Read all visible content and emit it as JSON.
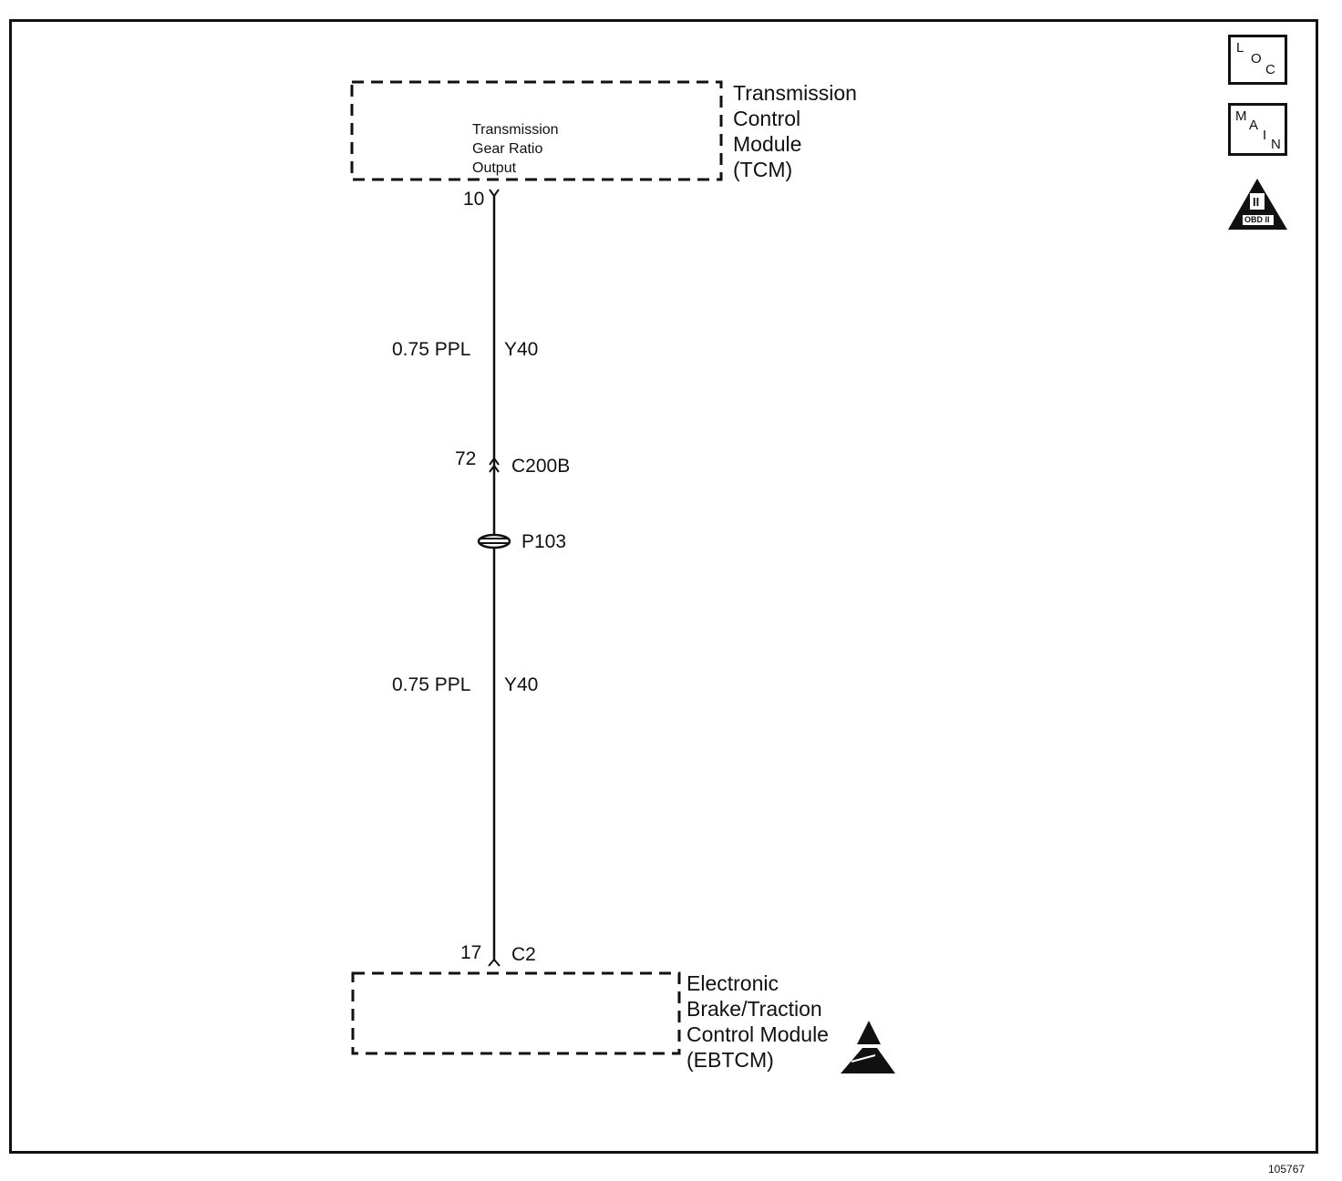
{
  "tcm": {
    "name_lines": [
      "Transmission",
      "Control",
      "Module",
      "(TCM)"
    ],
    "inner_lines": [
      "Transmission",
      "Gear Ratio",
      "Output"
    ],
    "pin": "10"
  },
  "wire_upper": {
    "size_color": "0.75 PPL",
    "circuit": "Y40"
  },
  "connector_c200b": {
    "pin": "72",
    "name": "C200B"
  },
  "splice": {
    "name": "P103"
  },
  "wire_lower": {
    "size_color": "0.75 PPL",
    "circuit": "Y40"
  },
  "ebtcm": {
    "pin": "17",
    "connector": "C2",
    "name_lines": [
      "Electronic",
      "Brake/Traction",
      "Control Module",
      "(EBTCM)"
    ]
  },
  "side_icons": {
    "loc": {
      "letters": [
        "L",
        "O",
        "C"
      ]
    },
    "main": {
      "letters": [
        "M",
        "A",
        "I",
        "N"
      ]
    },
    "obd": {
      "numeral": "II",
      "label": "OBD II"
    }
  },
  "figure_number": "105767"
}
